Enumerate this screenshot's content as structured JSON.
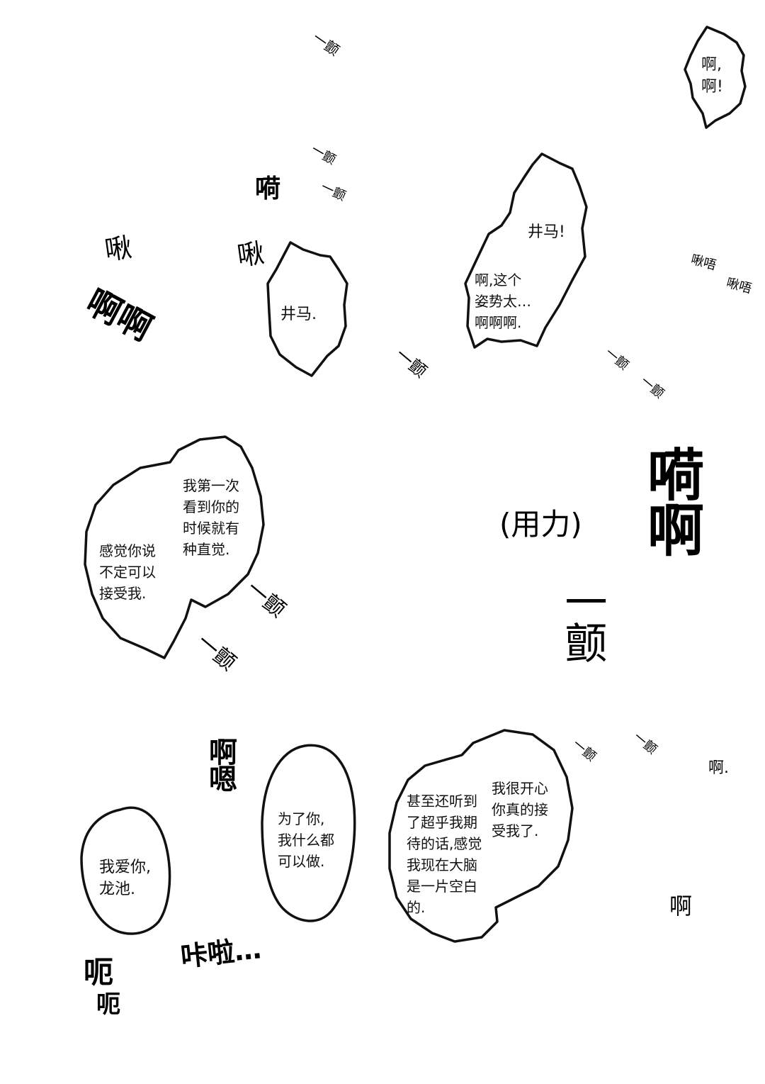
{
  "bubbles": {
    "a_a": "啊,\n啊!",
    "jingma_top": "井马!",
    "posture": "啊,这个\n姿势太…\n啊啊啊.",
    "jingma_mid": "井马.",
    "first_time": "我第一次\n看到你的\n时候就有\n种直觉.",
    "accept": "感觉你说\n不定可以\n接受我.",
    "love": "我爱你,\n龙池.",
    "anything": "为了你,\n我什么都\n可以做.",
    "happy": "我很开心\n你真的接\n受我了.",
    "blank": "甚至还听到\n了超乎我期\n待的话,感觉\n我现在大脑\n是一片空白\n的."
  },
  "sfx": {
    "tremble": "一颤",
    "ke": "嗬",
    "jiu": "啾",
    "ah_ah": "啊啊",
    "jiu_wu": "啾唔",
    "ke_ah": "嗬啊",
    "force": "(用力)",
    "ah_en": "啊嗯",
    "ah_dot": "啊.",
    "ah": "啊",
    "e": "呃",
    "crash": "咔啦…"
  }
}
